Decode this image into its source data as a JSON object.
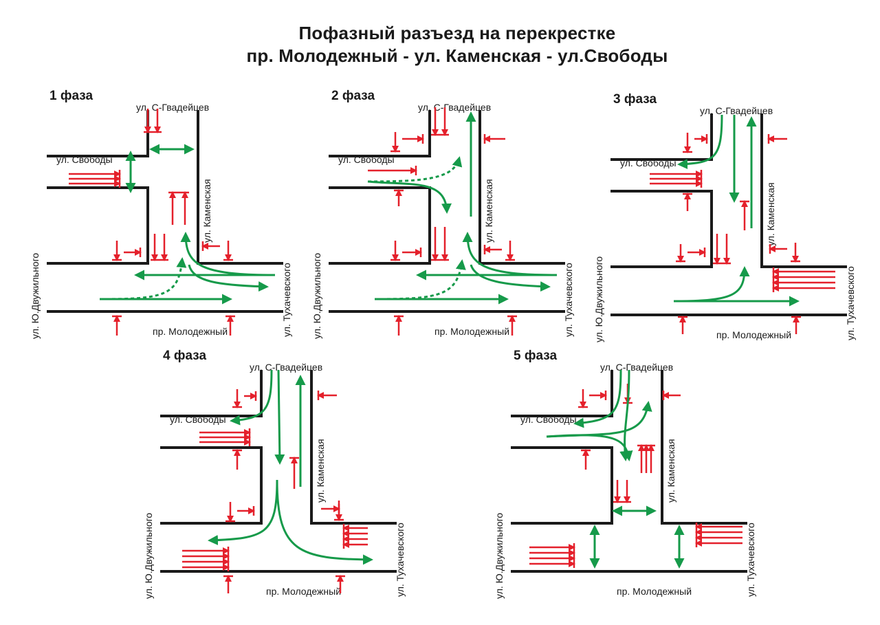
{
  "title": {
    "line1": "Пофазный разъезд на перекрестке",
    "line2": "пр. Молодежный - ул. Каменская - ул.Свободы"
  },
  "streets": {
    "s_gvardeytsev": "ул. С-Гвадейцев",
    "svobody": "ул. Свободы",
    "kamenskaya": "ул. Каменская",
    "dvuzhilnogo": "ул. Ю.Двужильного",
    "tuhachevskogo": "ул. Тухачевского",
    "molodezhny": "пр. Молодежный"
  },
  "phases": [
    {
      "label": "1 фаза"
    },
    {
      "label": "2 фаза"
    },
    {
      "label": "3 фаза"
    },
    {
      "label": "4 фаза"
    },
    {
      "label": "5 фаза"
    }
  ],
  "colors": {
    "road": "#1a1a1a",
    "green_arrow": "#169a4a",
    "red_arrow": "#e4202b"
  }
}
